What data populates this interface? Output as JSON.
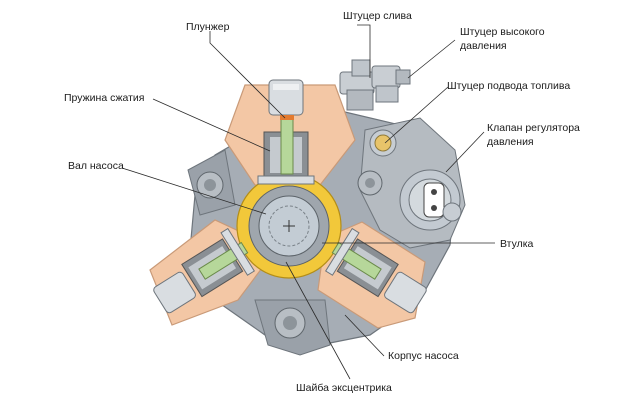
{
  "labels": {
    "plunger": "Плунжер",
    "drain_fitting": "Штуцер слива",
    "hp_fitting": "Штуцер высокого давления",
    "spring": "Пружина сжатия",
    "fuel_inlet": "Штуцер подвода топлива",
    "regulator": "Клапан регулятора давления",
    "shaft": "Вал насоса",
    "bushing": "Втулка",
    "housing": "Корпус насоса",
    "eccentric": "Шайба эксцентрика"
  },
  "colors": {
    "body": "#a6adb5",
    "body_dark": "#6e757c",
    "segment": "#f3c7a5",
    "segment_edge": "#c99a78",
    "ring": "#f2c83a",
    "plunger": "#b6d79a",
    "spring": "#8a8f94",
    "shaft": "#c3ccd4",
    "leader": "#2b2b2b"
  }
}
